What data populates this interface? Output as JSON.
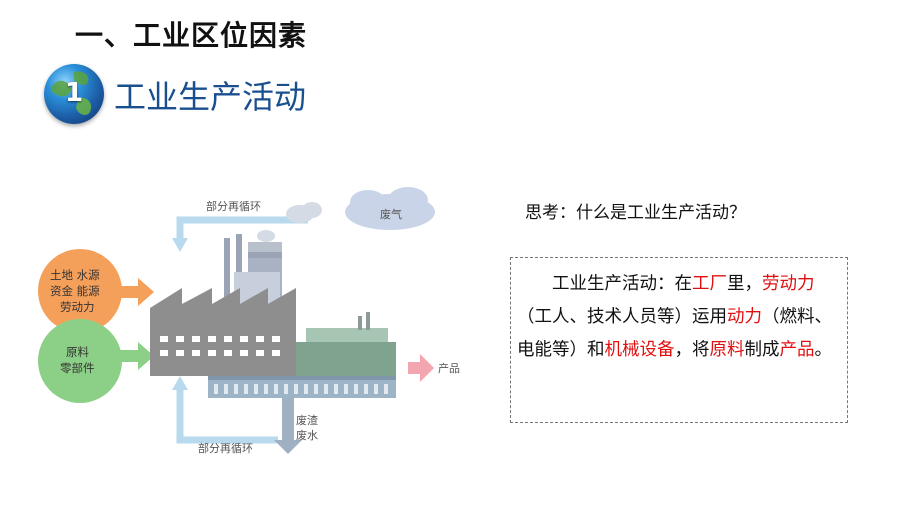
{
  "section_title": "一、工业区位因素",
  "badge_number": "1",
  "subtitle": "工业生产活动",
  "diagram": {
    "inputs_top": [
      "土地  水源",
      "资金  能源",
      "劳动力"
    ],
    "inputs_bottom": [
      "原料",
      "零部件"
    ],
    "recycle_top": "部分再循环",
    "recycle_bottom": "部分再循环",
    "exhaust": "废气",
    "output": "产品",
    "waste": [
      "废渣",
      "废水"
    ],
    "colors": {
      "orange_circle": "#f5a05a",
      "green_circle": "#8ccf86",
      "arrow_blue": "#b9d9ee",
      "arrow_pink": "#f3a6b0",
      "arrow_gray": "#9eb0c2",
      "factory_gray": "#8e8e8e"
    }
  },
  "question": "思考：什么是工业生产活动？",
  "definition": {
    "p1": "工业生产活动：在",
    "r1": "工厂",
    "p2": "里，",
    "r2": "劳动力",
    "p3": "（工人、技术人员等）运用",
    "r3": "动力",
    "p4": "（燃料、电能等）和",
    "r4": "机械设备",
    "p5": "，将",
    "r5": "原料",
    "p6": "制成",
    "r6": "产品",
    "p7": "。"
  }
}
